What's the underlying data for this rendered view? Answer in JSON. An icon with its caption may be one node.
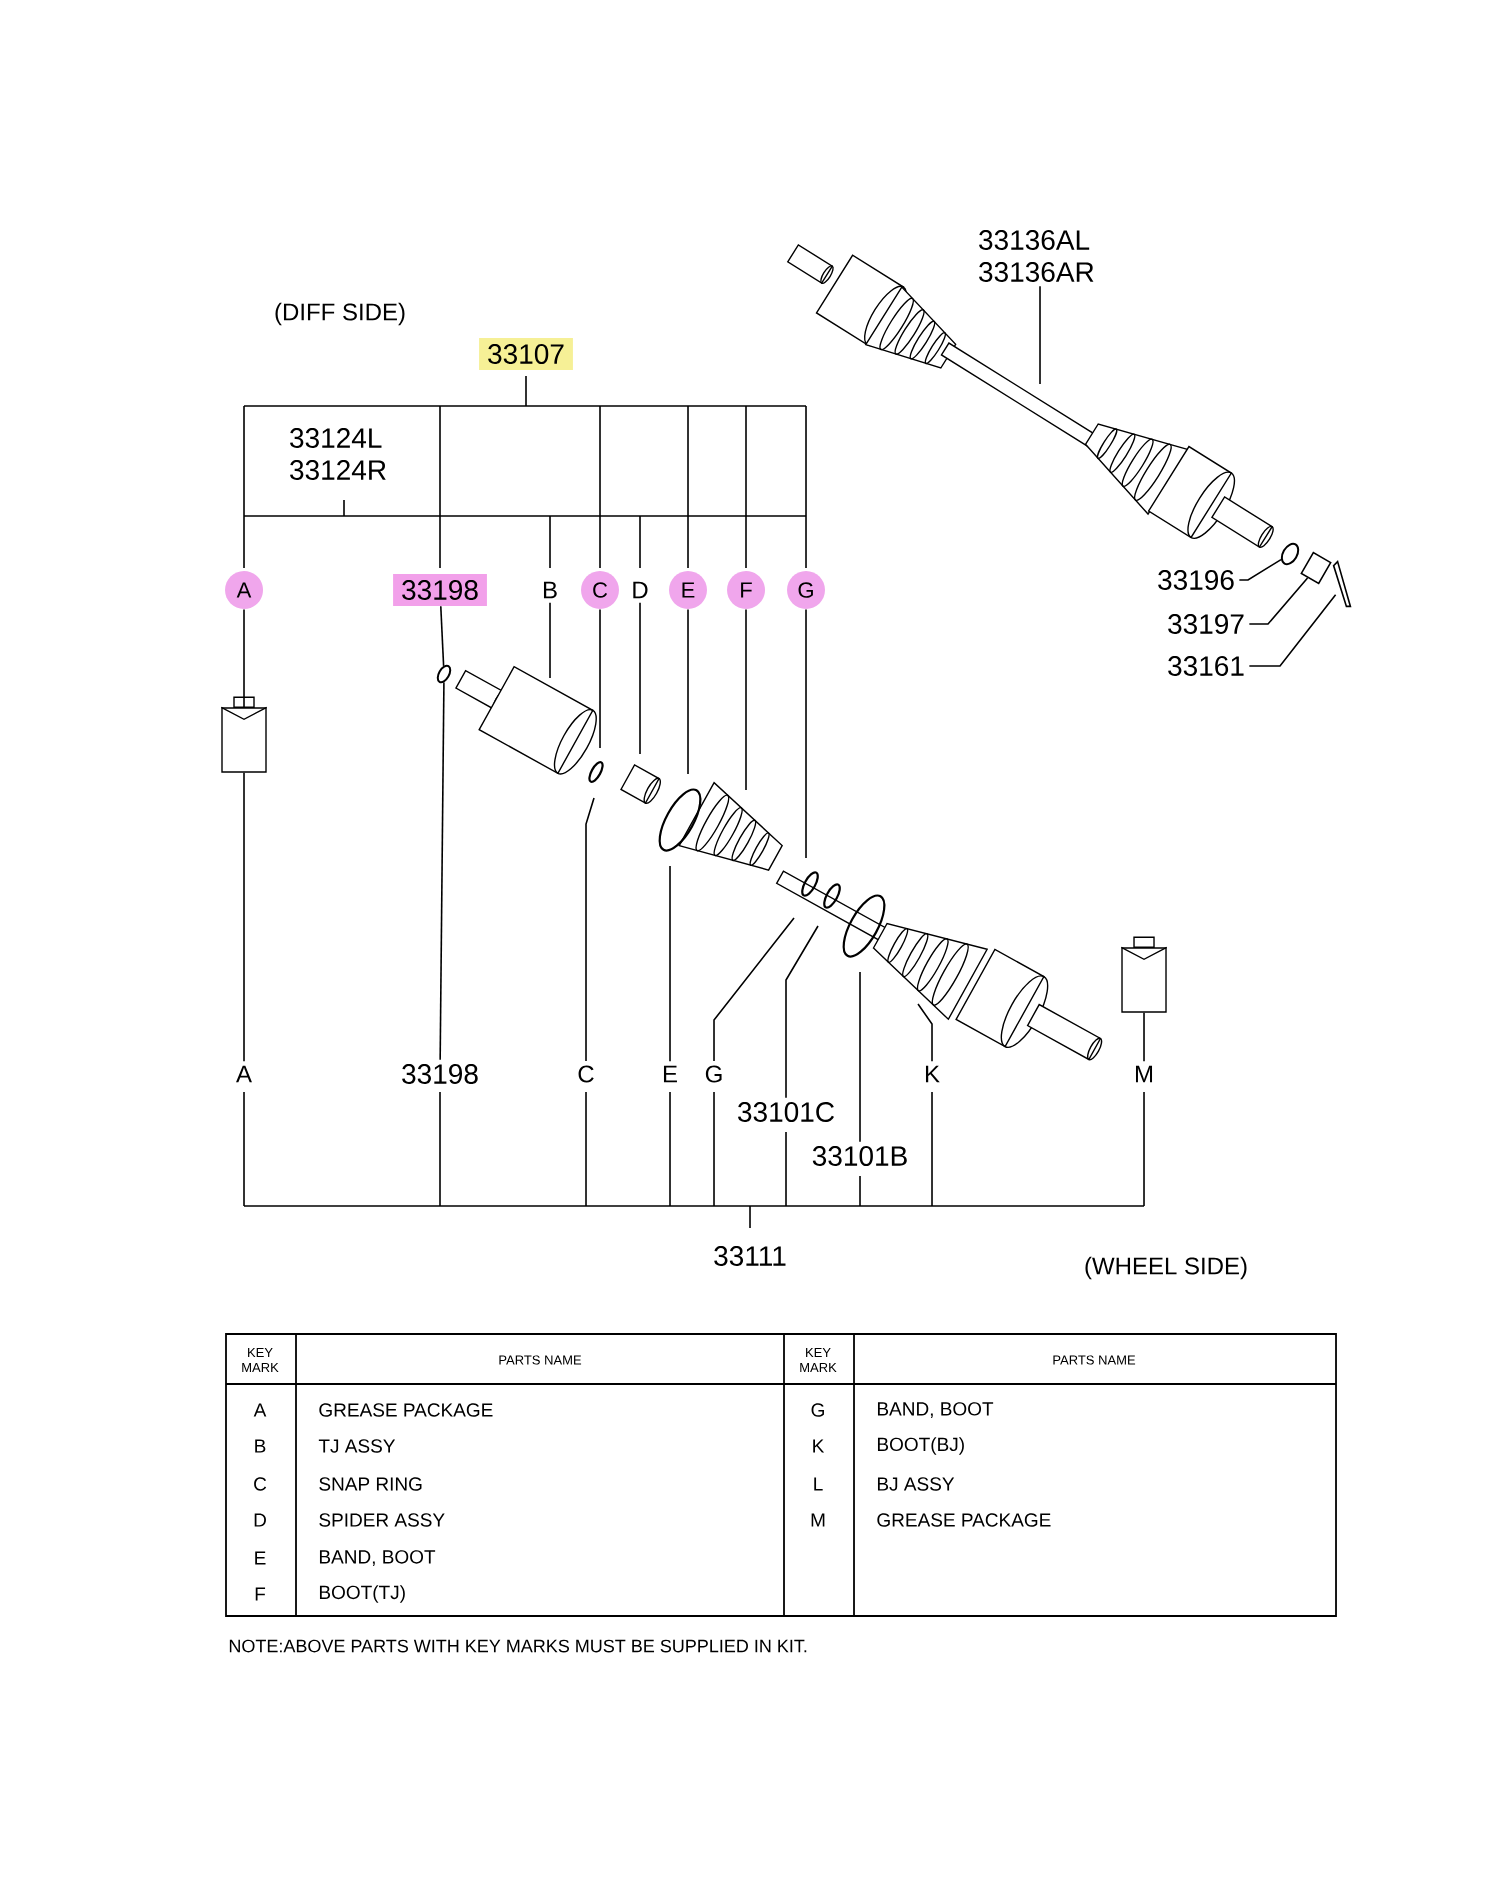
{
  "diagram": {
    "nodes": [
      {
        "text": [
          "33136AL 33136AR"
        ]
      },
      {
        "text": [
          "33107"
        ]
      },
      {
        "text": [
          "A"
        ]
      },
      {
        "text": [
          "33198"
        ]
      },
      {
        "text": [
          "B"
        ]
      },
      {
        "text": [
          "C"
        ]
      },
      {
        "text": [
          "D"
        ]
      },
      {
        "text": [
          "E"
        ]
      },
      {
        "text": [
          "F"
        ]
      },
      {
        "text": [
          "G"
        ]
      },
      {
        "text": [
          "33196"
        ]
      },
      {
        "text": [
          "33197"
        ]
      },
      {
        "text": [
          "33161"
        ]
      },
      {
        "text": [],
        "shape": "picture"
      },
      {
        "text": [
          "A"
        ]
      },
      {
        "text": [
          "33198"
        ]
      },
      {
        "text": [
          "C"
        ]
      },
      {
        "text": [
          "E"
        ]
      },
      {
        "text": [
          "G"
        ]
      },
      {
        "text": [
          "33101C"
        ]
      },
      {
        "text": [
          "33101B"
        ]
      },
      {
        "text": [
          "K"
        ]
      },
      {
        "text": [],
        "shape": "picture"
      },
      {
        "text": [
          "M"
        ]
      },
      {
        "text": [],
        "shape": "circle"
      },
      {
        "text": [],
        "shape": "box"
      },
      {
        "text": [],
        "shape": "picture"
      },
      {
        "text": [],
        "shape": "circle"
      }
    ],
    "edges": [
      {
        "from": 0,
        "to": null,
        "arrow": "none"
      },
      {
        "from": 2,
        "to": 13,
        "arrow": "none"
      },
      {
        "from": 3,
        "to": 27,
        "arrow": "none"
      },
      {
        "from": 4,
        "to": null,
        "arrow": "none"
      },
      {
        "from": 5,
        "to": null,
        "arrow": "none"
      },
      {
        "from": 6,
        "to": null,
        "arrow": "none"
      },
      {
        "from": 7,
        "to": null,
        "arrow": "none"
      },
      {
        "from": 8,
        "to": null,
        "arrow": "none"
      },
      {
        "from": 9,
        "to": null,
        "arrow": "none"
      },
      {
        "from": 10,
        "to": 24,
        "arrow": "none"
      },
      {
        "from": 11,
        "to": 25,
        "arrow": "none"
      },
      {
        "from": 12,
        "to": 26,
        "arrow": "none"
      },
      {
        "from": 14,
        "to": 13,
        "arrow": "none"
      },
      {
        "from": 15,
        "to": 27,
        "arrow": "none"
      },
      {
        "from": 16,
        "to": null,
        "arrow": "none"
      },
      {
        "from": 17,
        "to": null,
        "arrow": "none"
      },
      {
        "from": 18,
        "to": null,
        "arrow": "none"
      },
      {
        "from": 19,
        "to": null,
        "arrow": "none"
      },
      {
        "from": 20,
        "to": null,
        "arrow": "none"
      },
      {
        "from": 21,
        "to": null,
        "arrow": "none"
      },
      {
        "from": 23,
        "to": 22,
        "arrow": "none"
      }
    ],
    "labels": [
      "(DIFF SIDE)",
      "33124L 33124R",
      "33111",
      "(WHEEL SIDE)",
      "KEY MARK",
      "PARTS NAME",
      "KEY MARK",
      "PARTS NAME",
      "A",
      "GREASE PACKAGE",
      "G",
      "BAND, BOOT",
      "B",
      "TJ ASSY",
      "K",
      "BOOT(BJ)",
      "C",
      "SNAP RING",
      "L",
      "BJ ASSY",
      "D",
      "SPIDER ASSY",
      "M",
      "GREASE PACKAGE",
      "E",
      "BAND, BOOT",
      "F",
      "BOOT(TJ)",
      "NOTE:ABOVE PARTS WITH KEY MARKS MUST BE SUPPLIED IN KIT."
    ]
  }
}
